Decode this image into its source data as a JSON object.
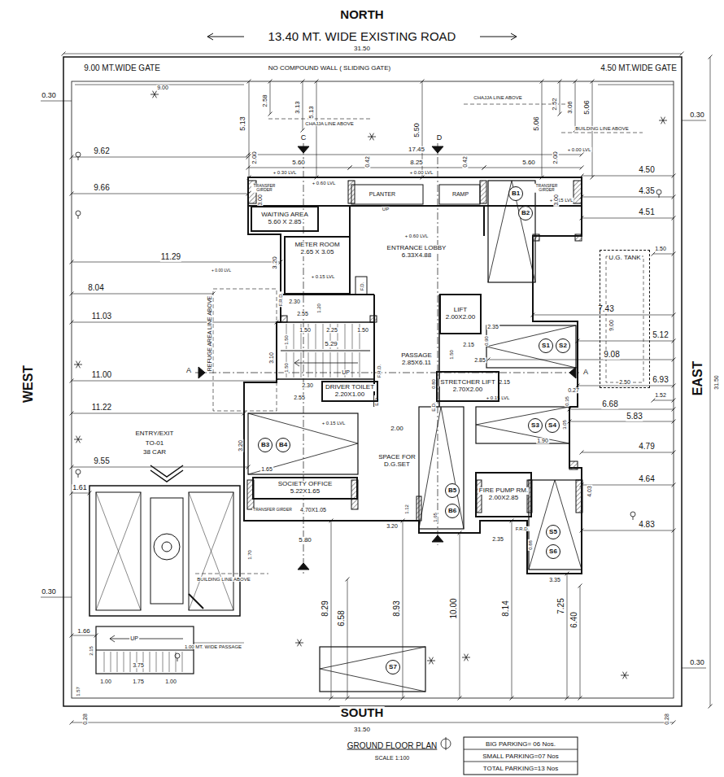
{
  "diagram": {
    "title": "GROUND FLOOR PLAN",
    "nodes": [
      {
        "text": [
          "WAITING AREA",
          "5.60 X 2.85"
        ]
      },
      {
        "text": [
          "METER ROOM",
          "2.65 X 3.05"
        ]
      },
      {
        "text": [
          "ENTRANCE LOBBY",
          "6.33X4.88"
        ]
      },
      {
        "text": [
          "LIFT",
          "2.00X2.00"
        ]
      },
      {
        "text": [
          "PASSAGE",
          "2.85X6.11"
        ]
      },
      {
        "text": [
          "STRETCHER LIFT",
          "2.70X2.00"
        ]
      },
      {
        "text": [
          "DRIVER TOILET",
          "2.20X1.00"
        ]
      },
      {
        "text": [
          "SPACE FOR D.G.SET"
        ]
      },
      {
        "text": [
          "SOCIETY OFFICE",
          "5.22X1.65"
        ]
      },
      {
        "text": [
          "FIRE PUMP RM.",
          "2.00X2.85"
        ]
      },
      {
        "text": [
          "U.G. TANK"
        ]
      },
      {
        "text": [
          "B1"
        ]
      },
      {
        "text": [
          "B2"
        ]
      },
      {
        "text": [
          "S1"
        ]
      },
      {
        "text": [
          "S2"
        ]
      },
      {
        "text": [
          "B3"
        ]
      },
      {
        "text": [
          "B4"
        ]
      },
      {
        "text": [
          "S3"
        ]
      },
      {
        "text": [
          "S4"
        ]
      },
      {
        "text": [
          "B5"
        ]
      },
      {
        "text": [
          "B6"
        ]
      },
      {
        "text": [
          "S5"
        ]
      },
      {
        "text": [
          "S6"
        ]
      },
      {
        "text": [
          "S7"
        ]
      }
    ],
    "labels": [
      "NORTH",
      "13.40 MT. WIDE EXISTING ROAD",
      "31.50",
      "9.00 MT.WIDE GATE",
      "NO COMPOUND WALL ( SLIDING GATE)",
      "4.50 MT.WIDE GATE",
      "0.30",
      "0.30",
      "9.00",
      "2.58",
      "3.13",
      "5.13",
      "5.13",
      "CHAJJA LINE ABOVE",
      "5.50",
      "C",
      "D",
      "CHAJJA LINE ABOVE",
      "2.52",
      "3.06",
      "5.06",
      "5.06",
      "BUILDING LINE ABOVE",
      "17.45",
      "+ 0.00 LVL",
      "2.00",
      "2.00",
      "5.60",
      "8.25",
      "5.60",
      "0.42",
      "0.42",
      "+ 0.30 LVL",
      "+ 0.00 LVL",
      "9.62",
      "4.50",
      "9.66",
      "+ 0.60 LVL",
      "TRANSFER GIRDER",
      "PLANTER",
      "RAMP",
      "TRANSFER GIRDER",
      "+ 0.15 LVL",
      "4.35",
      "3.00",
      "3.00",
      "UP",
      "4.51",
      "+ 0.60 LVL",
      "11.29",
      "+ 0.00 LVL",
      "3.20",
      "+ 0.15 LVL",
      "1.50",
      "F.R.D.",
      "F.D.",
      "8.04",
      "2.30",
      "2.55",
      "1.20",
      "REFUGE AREA LINE ABOVE",
      "11.03",
      "7.43",
      "9.00",
      "2.35",
      "0.90",
      "5.12",
      "1.50",
      "2.25",
      "1.50",
      "1.50",
      "2.15",
      "1.50",
      "5.29",
      "3.10",
      "9.08",
      "2.85",
      "11.00",
      "A",
      "1.50",
      "UP",
      "A",
      "0.80",
      "2.15",
      "6.93",
      "0.27",
      "F.R.D.",
      "+ 0.15 LVL",
      "2.50",
      "2.30",
      "2.55",
      "E.D.",
      "E.D.",
      "0.35",
      "1.52",
      "6.68",
      "11.22",
      "+ 0.15 LVL",
      "2.00",
      "3.20",
      "5.83",
      "3.05",
      "ENTRY/EXIT",
      "TO-01",
      "38 CAR",
      "4.79",
      "1.90",
      "9.55",
      "1.65",
      "4.64",
      "4.03",
      "1.61",
      "TRANSFER GIRDER",
      "4.70X1.05",
      "1.12",
      "1.65",
      "3.20",
      "5.80",
      "2.35",
      "F.R.D.",
      "0.88",
      "3.35",
      "1.70",
      "BUILDING LINE ABOVE",
      "0.30",
      "8.29",
      "6.58",
      "8.93",
      "10.00",
      "8.14",
      "7.25",
      "6.40",
      "1.66",
      "UP",
      "2.15",
      "3.75",
      "1.00 MT. WIDE PASSAGE",
      "1.00",
      "1.75",
      "1.00",
      "0.30",
      "1.57",
      "SOUTH",
      "0.28",
      "0.28",
      "31.50",
      "WEST",
      "EAST",
      "31.50",
      "SCALE 1:100",
      "BIG PARKING= 06 Nos.",
      "SMALL PARKING=07 Nos",
      "TOTAL PARKING=13 Nos",
      "4.83"
    ]
  }
}
